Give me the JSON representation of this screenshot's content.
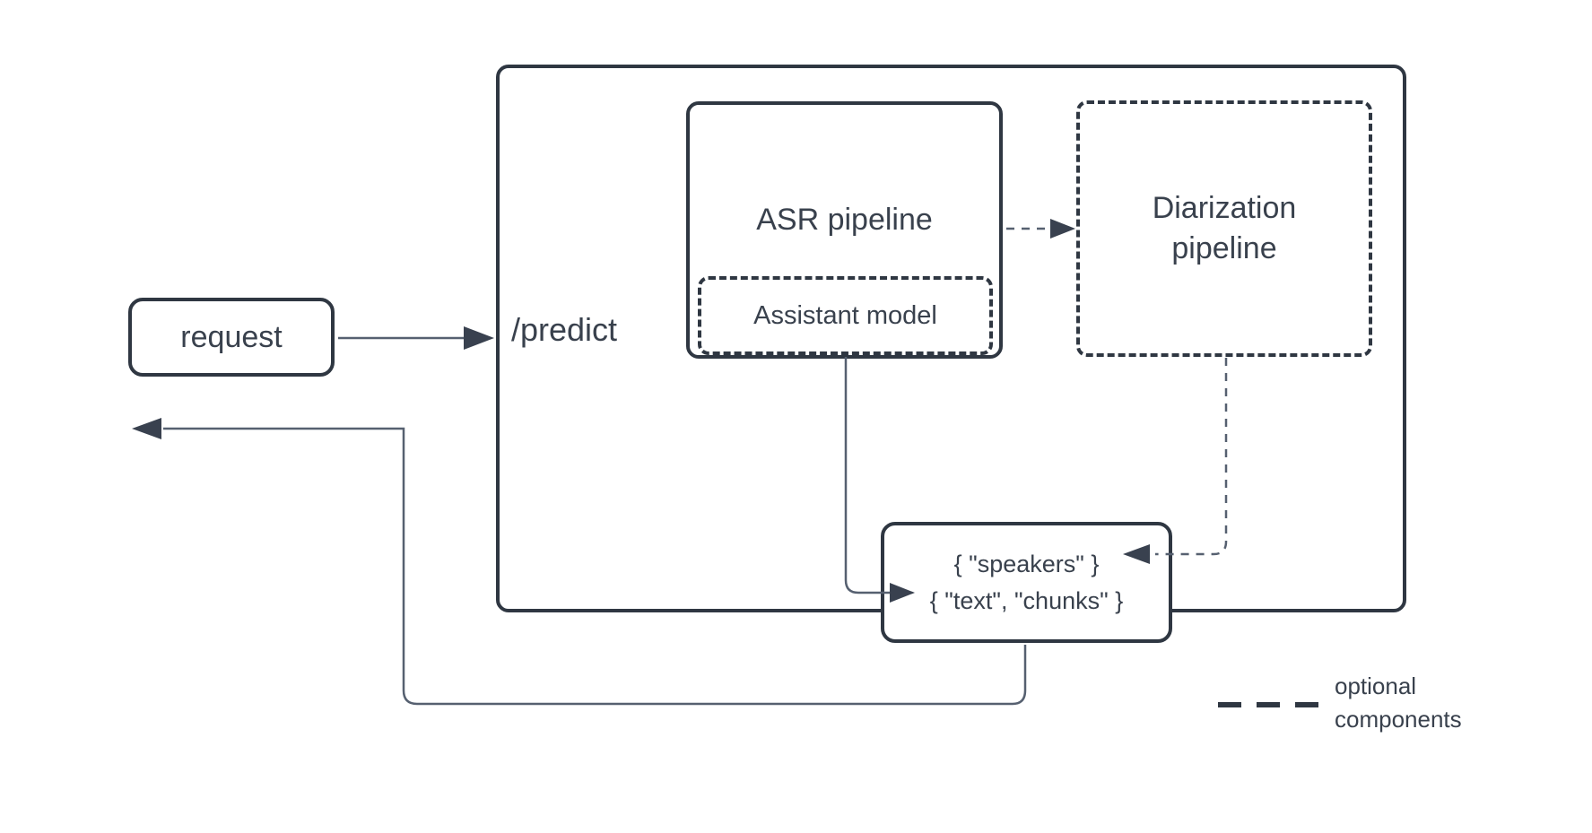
{
  "diagram": {
    "nodes": {
      "request": {
        "label": "request"
      },
      "predict": {
        "label": "/predict"
      },
      "asr": {
        "label": "ASR pipeline"
      },
      "assistant": {
        "label": "Assistant model"
      },
      "diarization": {
        "lines": [
          "Diarization",
          "pipeline"
        ]
      },
      "output": {
        "lines": [
          "{ \"speakers\" }",
          "{ \"text\", \"chunks\" }"
        ]
      }
    },
    "legend": {
      "lines": [
        "optional",
        "components"
      ]
    },
    "colors": {
      "border": "#2f3742",
      "connector": "#566070",
      "arrowhead": "#39414f",
      "text": "#39414d",
      "background": "#ffffff"
    }
  }
}
